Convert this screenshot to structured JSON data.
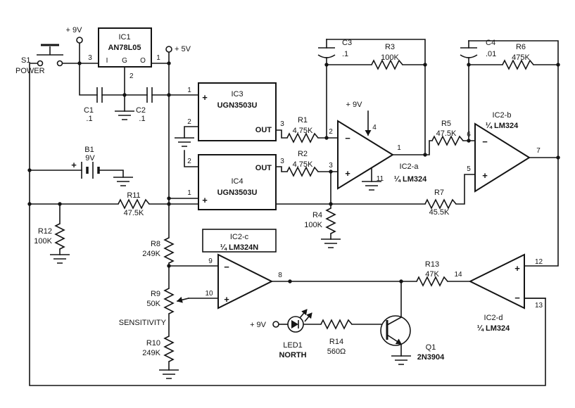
{
  "power": {
    "v9_top": "+ 9V",
    "v5": "+ 5V",
    "v9_opamp": "+ 9V",
    "v9_led": "+ 9V"
  },
  "symbols": {
    "plus": "+",
    "minus": "−"
  },
  "s1": {
    "ref": "S1",
    "label": "POWER"
  },
  "b1": {
    "ref": "B1",
    "value": "9V"
  },
  "ic1": {
    "ref": "IC1",
    "part": "AN78L05",
    "pin_i": "I",
    "pin_g": "G",
    "pin_o": "O",
    "num_i": "3",
    "num_g": "2",
    "num_o": "1"
  },
  "c1": {
    "ref": "C1",
    "value": ".1"
  },
  "c2": {
    "ref": "C2",
    "value": ".1"
  },
  "c3": {
    "ref": "C3",
    "value": ".1"
  },
  "c4": {
    "ref": "C4",
    "value": ".01"
  },
  "ic3": {
    "ref": "IC3",
    "part": "UGN3503U",
    "out": "OUT",
    "p1": "1",
    "p2": "2",
    "p3": "3"
  },
  "ic4": {
    "ref": "IC4",
    "part": "UGN3503U",
    "out": "OUT",
    "p1": "1",
    "p2": "2",
    "p3": "3"
  },
  "ic2a": {
    "ref": "IC2-a",
    "part": "¼ LM324",
    "pin_inv": "2",
    "pin_non": "3",
    "pin_out": "1",
    "pin_vcc": "4",
    "pin_vee": "11"
  },
  "ic2b": {
    "ref": "IC2-b",
    "part": "¼ LM324",
    "pin_inv": "6",
    "pin_non": "5",
    "pin_out": "7"
  },
  "ic2c": {
    "ref": "IC2-c",
    "part": "¼ LM324N",
    "pin_inv": "9",
    "pin_non": "10",
    "pin_out": "8"
  },
  "ic2d": {
    "ref": "IC2-d",
    "part": "¼ LM324",
    "pin_p": "12",
    "pin_m": "13",
    "pin_out": "14"
  },
  "r1": {
    "ref": "R1",
    "value": "4.75K"
  },
  "r2": {
    "ref": "R2",
    "value": "4.75K"
  },
  "r3": {
    "ref": "R3",
    "value": "100K"
  },
  "r4": {
    "ref": "R4",
    "value": "100K"
  },
  "r5": {
    "ref": "R5",
    "value": "47.5K"
  },
  "r6": {
    "ref": "R6",
    "value": "475K"
  },
  "r7": {
    "ref": "R7",
    "value": "45.5K"
  },
  "r8": {
    "ref": "R8",
    "value": "249K"
  },
  "r9": {
    "ref": "R9",
    "value": "50K",
    "label": "SENSITIVITY"
  },
  "r10": {
    "ref": "R10",
    "value": "249K"
  },
  "r11": {
    "ref": "R11",
    "value": "47.5K"
  },
  "r12": {
    "ref": "R12",
    "value": "100K"
  },
  "r13": {
    "ref": "R13",
    "value": "47K"
  },
  "r14": {
    "ref": "R14",
    "value": "560Ω"
  },
  "led1": {
    "ref": "LED1",
    "label": "NORTH"
  },
  "q1": {
    "ref": "Q1",
    "part": "2N3904"
  }
}
